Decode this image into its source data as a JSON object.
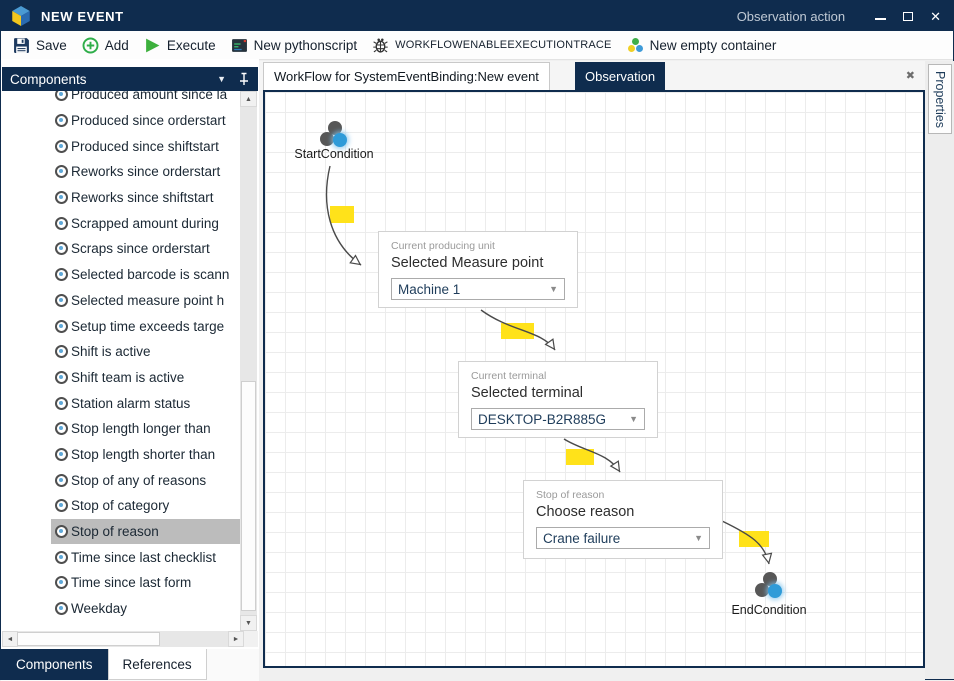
{
  "titlebar": {
    "title": "NEW EVENT",
    "right_label": "Observation action"
  },
  "toolbar": {
    "items": [
      {
        "label": "Save",
        "icon": "save-icon"
      },
      {
        "label": "Add",
        "icon": "add-icon"
      },
      {
        "label": "Execute",
        "icon": "play-icon"
      },
      {
        "label": "New pythonscript",
        "icon": "script-icon"
      },
      {
        "label": "WORKFLOWENABLEEXECUTIONTRACE",
        "icon": "bug-icon"
      },
      {
        "label": "New empty container",
        "icon": "container-dots-icon"
      }
    ]
  },
  "components_panel": {
    "title": "Components",
    "items": [
      "Produced amount since la",
      "Produced since orderstart",
      "Produced since shiftstart",
      "Reworks since orderstart",
      "Reworks since shiftstart",
      "Scrapped amount during",
      "Scraps since orderstart",
      "Selected barcode is scann",
      "Selected measure point h",
      "Setup time exceeds targe",
      "Shift is active",
      "Shift team is active",
      "Station alarm status",
      "Stop length longer than",
      "Stop length shorter than",
      "Stop of any of reasons",
      "Stop of category",
      "Stop of reason",
      "Time since last checklist",
      "Time since last form",
      "Weekday"
    ],
    "selected_item": "Stop of reason",
    "tabs": [
      "Components",
      "References"
    ],
    "active_tab": "Components"
  },
  "workspace": {
    "tabs": [
      "WorkFlow for SystemEventBinding:New event",
      "Observation"
    ],
    "active_tab": "Observation",
    "properties_tab": "Properties"
  },
  "canvas": {
    "start_label": "StartCondition",
    "end_label": "EndCondition",
    "nodes": [
      {
        "caption": "Current producing unit",
        "title": "Selected Measure point",
        "value": "Machine 1"
      },
      {
        "caption": "Current terminal",
        "title": "Selected terminal",
        "value": "DESKTOP-B2R885G"
      },
      {
        "caption": "Stop of reason",
        "title": "Choose reason",
        "value": "Crane failure"
      }
    ]
  },
  "colors": {
    "accent_navy": "#0f2c4e",
    "highlight_yellow": "#ffe21a",
    "node_blue": "#2f9bd8",
    "node_gray": "#575757",
    "green": "#3fae49"
  }
}
